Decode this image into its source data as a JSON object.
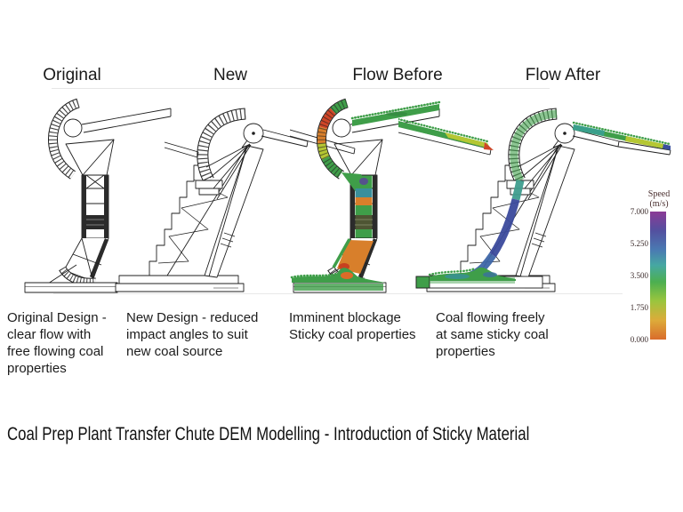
{
  "figure": {
    "panels": [
      {
        "title": "Original",
        "caption": "Original Design -\nclear flow with\nfree flowing coal\nproperties"
      },
      {
        "title": "New",
        "caption": "New Design - reduced\nimpact angles to suit\nnew coal source"
      },
      {
        "title": "Flow Before",
        "caption": "Imminent blockage\nSticky coal properties"
      },
      {
        "title": "Flow After",
        "caption": "Coal flowing freely\nat same sticky coal\nproperties"
      }
    ],
    "legend": {
      "title": "Speed",
      "units": "(m/s)",
      "ticks": [
        "7.000",
        "5.250",
        "3.500",
        "1.750",
        "0.000"
      ],
      "min": 0.0,
      "max": 7.0,
      "colors_top_to_bottom": [
        "#8b3a96",
        "#53509f",
        "#4a7ab2",
        "#46a8a2",
        "#4caf50",
        "#9bc53e",
        "#ddab3a",
        "#d96c2b"
      ]
    },
    "particle_colors": {
      "slow_red": "#cf4527",
      "medium_orange": "#d87f2b",
      "yellow_green": "#b5c733",
      "green": "#3f9e49",
      "teal": "#3a9f92",
      "fast_blue": "#3b4f9e",
      "fastest_purple": "#5b3f9e"
    },
    "footer_title": "Coal Prep Plant Transfer Chute DEM Modelling - Introduction of Sticky Material"
  }
}
